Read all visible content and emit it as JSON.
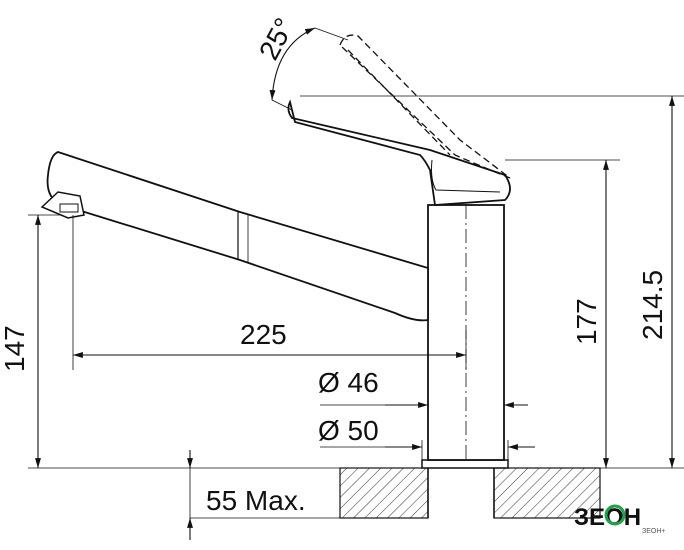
{
  "dimensions": {
    "angle": "25°",
    "spout_reach": "225",
    "spout_height": "147",
    "body_height": "177",
    "total_height": "214.5",
    "diameter_inner": "Ø 46",
    "diameter_outer": "Ø 50",
    "mount_thickness": "55 Max."
  },
  "branding": {
    "logo_text": "ЗЕОН",
    "logo_small": "ЗЕОН+"
  },
  "colors": {
    "line": "#111111",
    "hatch": "#333333",
    "logo_green": "#20a34a"
  }
}
